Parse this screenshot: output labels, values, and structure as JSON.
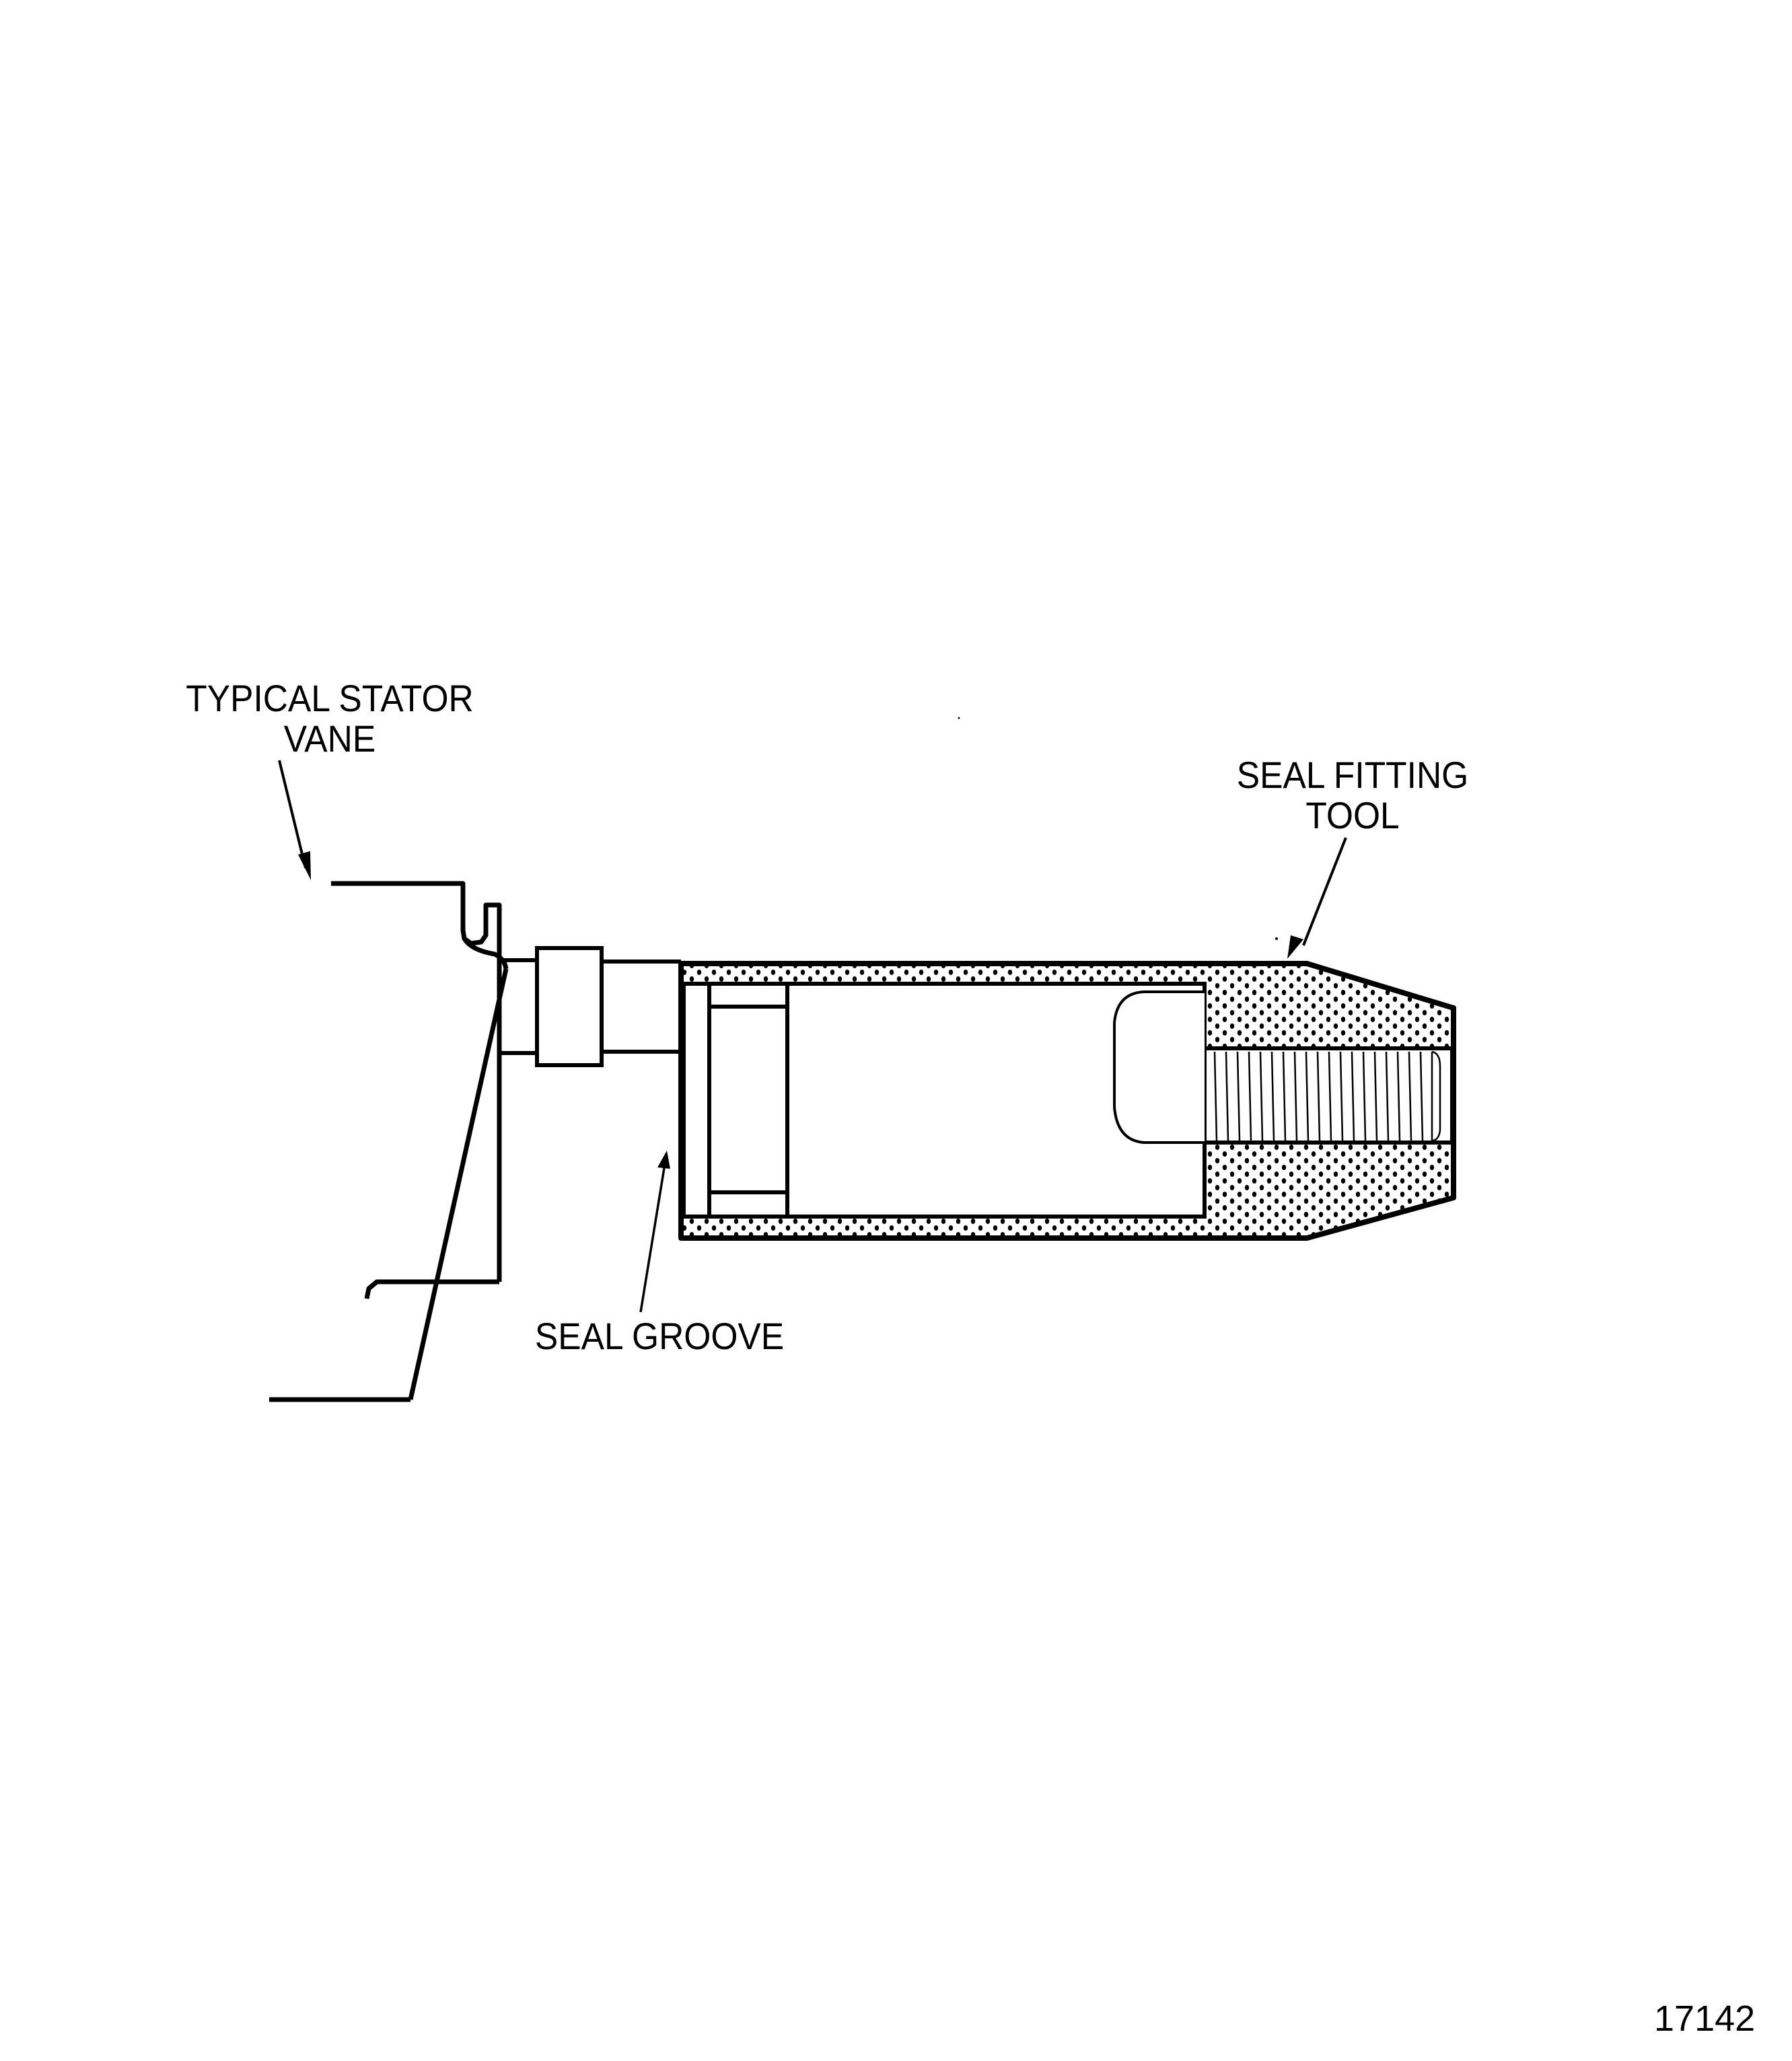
{
  "figure": {
    "number": "17142",
    "labels": {
      "stator_vane_line1": "TYPICAL STATOR",
      "stator_vane_line2": "VANE",
      "seal_fitting_tool_line1": "SEAL FITTING",
      "seal_fitting_tool_line2": "TOOL",
      "seal_groove": "SEAL GROOVE"
    },
    "colors": {
      "line": "#000000",
      "background": "#ffffff"
    }
  }
}
